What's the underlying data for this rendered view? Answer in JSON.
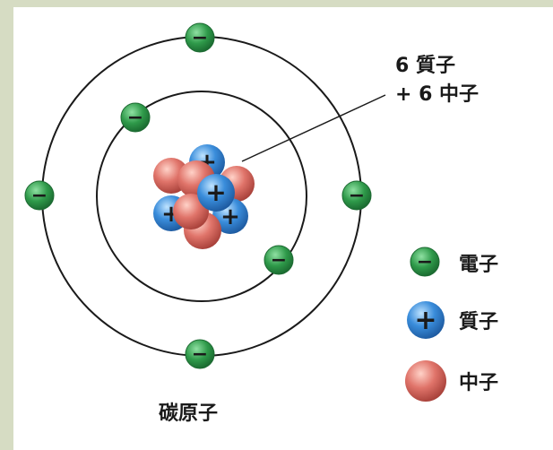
{
  "diagram": {
    "title": "碳原子",
    "nucleus_label": {
      "line1": "6 質子",
      "line2": "+ 6 中子"
    },
    "electron_symbol": "−",
    "proton_symbol": "+",
    "legend": {
      "electron": "電子",
      "proton": "質子",
      "neutron": "中子"
    },
    "colors": {
      "electron": "#2f9a4a",
      "proton": "#2d78c6",
      "neutron": "#d9655a",
      "orbit": "#1a1a1a",
      "background": "#d6dcc3"
    }
  }
}
